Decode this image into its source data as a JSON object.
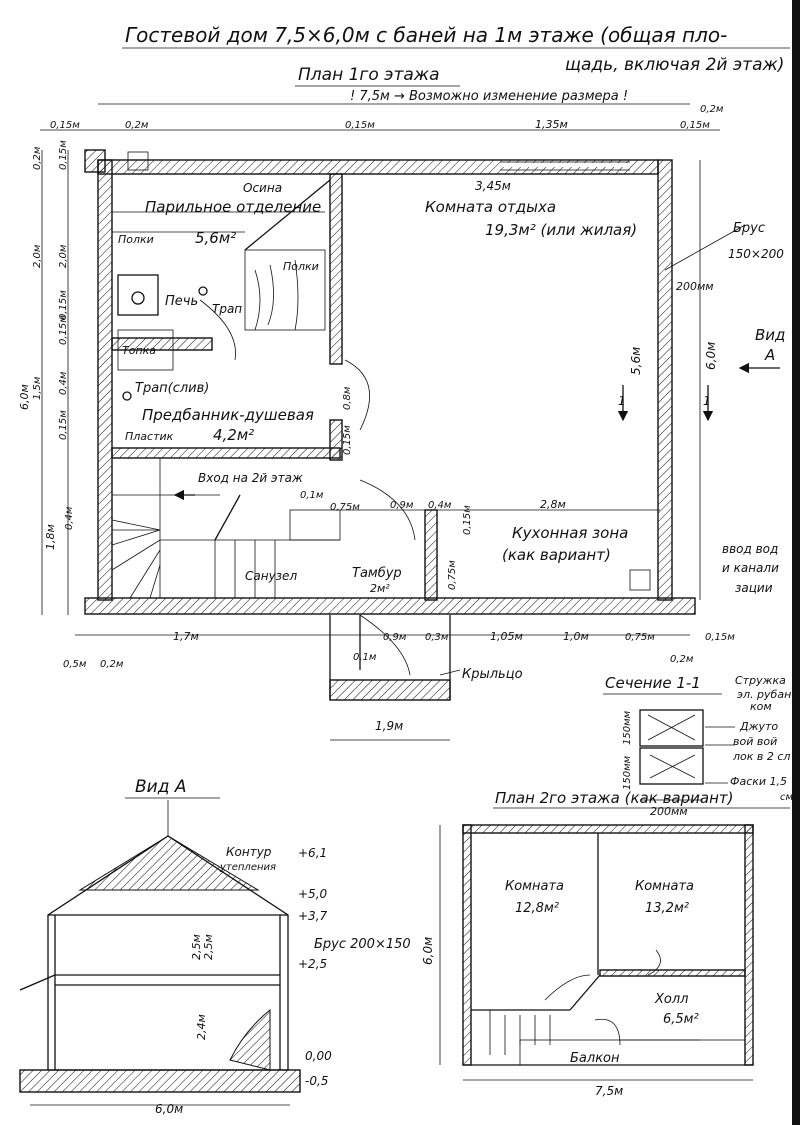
{
  "title": {
    "line1": "Гостевой дом 7,5×6,0м с баней на 1м этаже (общая пло-",
    "line2": "щадь, включая 2й этаж)"
  },
  "plan1": {
    "title": "План 1го этажа",
    "note": "! 7,5м → Возможно изменение размера !",
    "rooms": {
      "steam_title": "Парильное отделение",
      "steam_area": "5,6м²",
      "osina": "Осина",
      "polki1": "Полки",
      "polki2": "Полки",
      "pech": "Печь",
      "trap": "Трап",
      "topka": "Топка",
      "trap_sliv": "Трап(слив)",
      "predbannik": "Предбанник-душевая",
      "predbannik_area": "4,2м²",
      "plastik": "Пластик",
      "komnata": "Комната отдыха",
      "komnata_area": "19,3м² (или жилая)",
      "vhod": "Вход на 2й этаж",
      "kitchen": "Кухонная зона",
      "kitchen_var": "(как вариант)",
      "tambur": "Тамбур",
      "tambur_area": "2м²",
      "sanuzel": "Санузел",
      "krylco": "Крыльцо",
      "brus_label": "Брус",
      "brus_size": "150×200",
      "brus_200": "200мм",
      "vid_a_label": "Вид",
      "vid_a_letter": "А",
      "vvod1": "ввод вод",
      "vvod2": "и канали",
      "vvod3": "зации",
      "marker": "1"
    },
    "dims": [
      "0,15м",
      "0,2м",
      "0,15м",
      "1,35м",
      "0,2м",
      "0,15м",
      "3,45м",
      "2,0м",
      "2,0м",
      "0,15м",
      "0,15м",
      "0,4м",
      "0,15м",
      "1,5м",
      "6,0м",
      "6,0м",
      "0,2м",
      "0,15м",
      "1,8м",
      "0,4м",
      "0,8м",
      "0,15м",
      "5,6м",
      "0,1м",
      "0,75м",
      "0,9м",
      "0,4м",
      "2,8м",
      "0,15м",
      "0,75м",
      "1,7м",
      "0,9м",
      "0,3м",
      "1,05м",
      "1,0м",
      "0,75м",
      "0,15м",
      "0,5м",
      "0,2м",
      "0,1м",
      "0,2м",
      "1,9м"
    ]
  },
  "section": {
    "title": "Сечение 1-1",
    "label1": "Стружка",
    "label2": "эл. рубан-",
    "label3": "ком",
    "label4": "Джуто",
    "label5": "вой вой",
    "label6": "лок в 2 сл",
    "label7": "Фаски 1,5",
    "label8": "см",
    "h1": "150мм",
    "h2": "150мм",
    "w": "200мм"
  },
  "vid_a": {
    "title": "Вид А",
    "kontur1": "Контур",
    "kontur2": "утепления",
    "brus": "Брус 200×150",
    "levels": [
      "+6,1",
      "+5,0",
      "+3,7",
      "+2,5",
      "0,00",
      "-0,5"
    ],
    "h_upper": "2,5м",
    "h_upper2": "2,5м",
    "h_lower": "2,4м",
    "width": "6,0м"
  },
  "plan2": {
    "title": "План 2го этажа (как вариант)",
    "room1": "Комната",
    "room1_area": "12,8м²",
    "room2": "Комната",
    "room2_area": "13,2м²",
    "hall": "Холл",
    "hall_area": "6,5м²",
    "balkon": "Балкон",
    "height": "6,0м",
    "width": "7,5м"
  }
}
